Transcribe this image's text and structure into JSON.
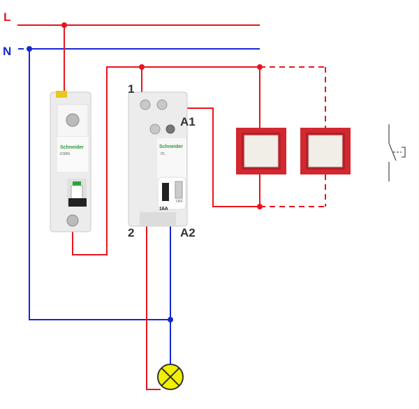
{
  "labels": {
    "line": "L",
    "neutral": "N",
    "relay_terminal_1": "1",
    "relay_terminal_2": "2",
    "coil_a1": "A1",
    "coil_a2": "A2"
  },
  "breaker": {
    "brand": "Schneider",
    "model": "iC60N"
  },
  "relay": {
    "brand": "Schneider",
    "model": "iTL",
    "rating": "16A",
    "off_label": "OFF"
  },
  "colors": {
    "live": "#e8141c",
    "neutral": "#1428d2",
    "lamp": "#f0f000",
    "switch_frame": "#d2282f"
  }
}
